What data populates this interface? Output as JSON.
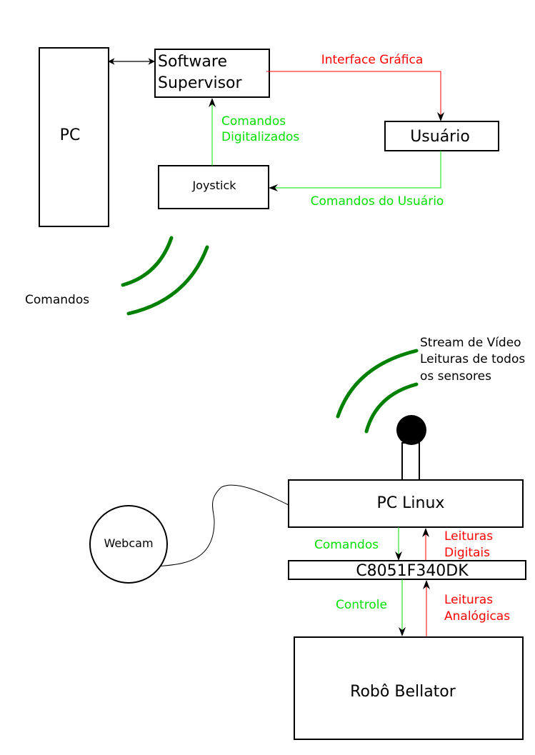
{
  "nodes": {
    "pc": "PC",
    "software": [
      "Software",
      "Supervisor"
    ],
    "usuario": "Usuário",
    "joystick": "Joystick",
    "pc_linux": "PC Linux",
    "board": "C8051F340DK",
    "robot": "Robô Bellator",
    "webcam": "Webcam"
  },
  "labels": {
    "interface_grafica": "Interface Gráfica",
    "comandos_digitalizados": [
      "Comandos",
      "Digitalizados"
    ],
    "comandos_usuario": "Comandos do Usuário",
    "comandos_wireless": "Comandos",
    "stream": [
      "Stream de Vídeo",
      "Leituras de todos",
      "os sensores"
    ],
    "comandos_board": "Comandos",
    "leituras_digitais": [
      "Leituras",
      "Digitais"
    ],
    "controle": "Controle",
    "leituras_analogicas": [
      "Leituras",
      "Analógicas"
    ]
  },
  "colors": {
    "command_flow": "#00e000",
    "feedback_flow": "#ff0000",
    "wireless": "#008000",
    "outline": "#000000"
  }
}
